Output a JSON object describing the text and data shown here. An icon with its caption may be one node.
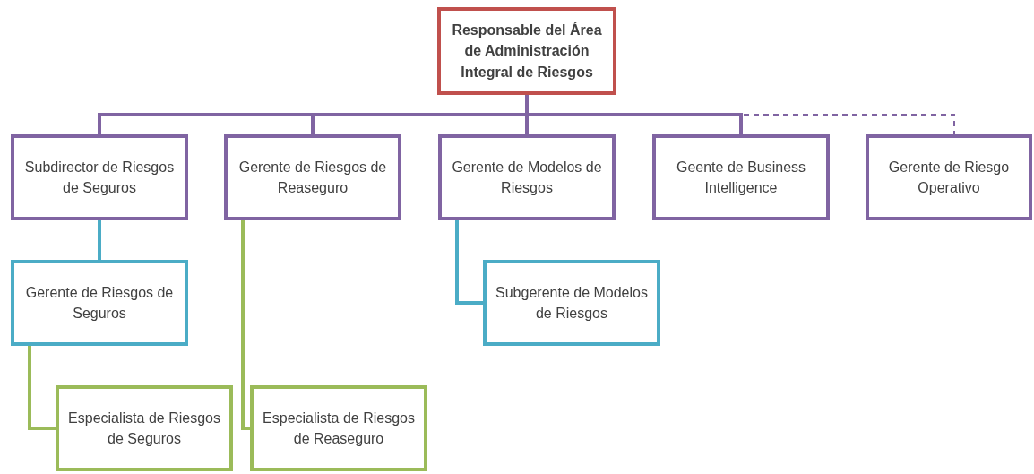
{
  "diagram": {
    "nodes": [
      {
        "text": [
          "Responsable del Área de Administración Integral de Riesgos"
        ]
      },
      {
        "text": [
          "Subdirector de Riesgos de Seguros"
        ]
      },
      {
        "text": [
          "Gerente de Riesgos de Reaseguro"
        ]
      },
      {
        "text": [
          "Gerente de Modelos de Riesgos"
        ]
      },
      {
        "text": [
          "Geente de Business Intelligence"
        ]
      },
      {
        "text": [
          "Gerente de Riesgo Operativo"
        ]
      },
      {
        "text": [
          "Gerente de Riesgos de Seguros"
        ]
      },
      {
        "text": [
          "Subgerente de Modelos de Riesgos"
        ]
      },
      {
        "text": [
          "Especialista de Riesgos de Seguros"
        ]
      },
      {
        "text": [
          "Especialista de Riesgos de Reaseguro"
        ]
      }
    ],
    "edges": [
      {
        "from": 0,
        "to": 1,
        "arrow": "none"
      },
      {
        "from": 0,
        "to": 2,
        "arrow": "none"
      },
      {
        "from": 0,
        "to": 3,
        "arrow": "none"
      },
      {
        "from": 0,
        "to": 4,
        "arrow": "none"
      },
      {
        "from": 0,
        "to": 5,
        "arrow": "none",
        "style": "dashed"
      },
      {
        "from": 1,
        "to": 6,
        "arrow": "none",
        "color": "#4bacc6"
      },
      {
        "from": 3,
        "to": 7,
        "arrow": "none",
        "color": "#4bacc6"
      },
      {
        "from": 6,
        "to": 8,
        "arrow": "none",
        "color": "#9bbb59"
      },
      {
        "from": 2,
        "to": 9,
        "arrow": "none",
        "color": "#9bbb59"
      }
    ]
  }
}
